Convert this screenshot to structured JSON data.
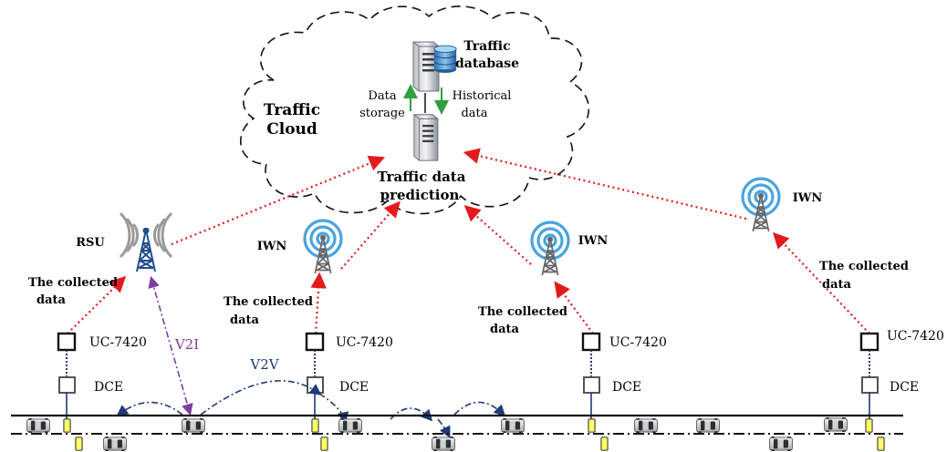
{
  "cloud": {
    "title_line1": "Traffic",
    "title_line2": "Cloud",
    "database_line1": "Traffic",
    "database_line2": "database",
    "storage_line1": "Data",
    "storage_line2": "storage",
    "historical_line1": "Historical",
    "historical_line2": "data",
    "prediction_line1": "Traffic data",
    "prediction_line2": "prediction"
  },
  "rsu_label": "RSU",
  "iwn_label": "IWN",
  "collected_line1": "The collected",
  "collected_line2": "data",
  "uc_label": "UC-7420",
  "dce_label": "DCE",
  "v2i_label": "V2I",
  "v2v_label": "V2V",
  "colors": {
    "upload_arrow": "#e31a1c",
    "storage_arrow": "#2ea043",
    "v2i": "#7b3fa0",
    "v2v": "#1f3b73",
    "sensor_fill": "#ffff66"
  },
  "icons": [
    "server-icon",
    "database-icon",
    "antenna-tower-icon",
    "wireless-tower-icon",
    "car-icon",
    "sensor-icon"
  ]
}
